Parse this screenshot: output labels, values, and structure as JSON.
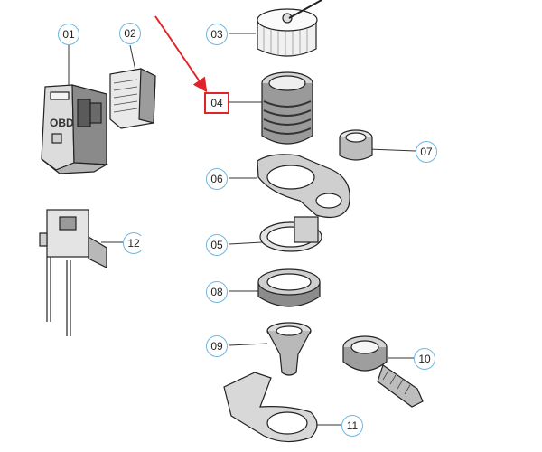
{
  "diagram": {
    "highlight_color": "#e0242b",
    "callout_color": "#6fb6e0",
    "highlighted_part": "04",
    "callouts": {
      "c01": "01",
      "c02": "02",
      "c03": "03",
      "c04": "04",
      "c05": "05",
      "c06": "06",
      "c07": "07",
      "c08": "08",
      "c09": "09",
      "c10": "10",
      "c11": "11",
      "c12": "12"
    },
    "obd_label": "OBD"
  }
}
